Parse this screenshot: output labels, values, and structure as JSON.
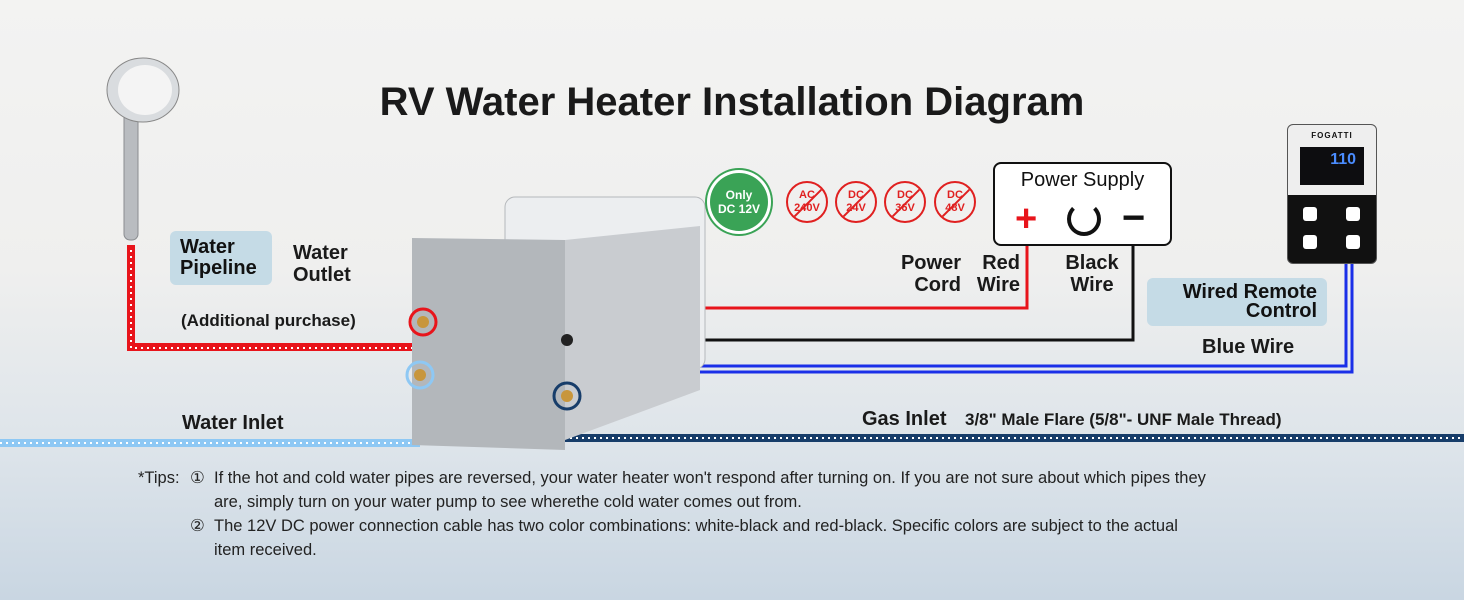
{
  "title": "RV Water Heater Installation Diagram",
  "labels": {
    "water_pipeline": "Water Pipeline",
    "water_outlet": "Water Outlet",
    "additional_purchase": "(Additional purchase)",
    "water_inlet": "Water Inlet",
    "gas_inlet": "Gas Inlet",
    "gas_spec": "3/8\" Male Flare (5/8\"- UNF Male Thread)",
    "power_cord": "Power Cord",
    "red_wire": "Red Wire",
    "black_wire": "Black Wire",
    "wired_remote": "Wired Remote Control",
    "blue_wire": "Blue Wire"
  },
  "power_supply": {
    "title": "Power Supply",
    "plus": "+",
    "minus": "−"
  },
  "badges": {
    "ok_line1": "Only",
    "ok_line2": "DC 12V",
    "no": [
      [
        "AC",
        "240V"
      ],
      [
        "DC",
        "24V"
      ],
      [
        "DC",
        "36V"
      ],
      [
        "DC",
        "48V"
      ]
    ]
  },
  "remote": {
    "brand": "FOGATTI",
    "display": "110"
  },
  "tips": {
    "prefix": "*Tips:",
    "items": [
      {
        "num": "①",
        "line1": "If the hot and cold water pipes are reversed, your water heater won't respond after turning on. If you are not sure about which pipes they",
        "line2": "are, simply turn on your water pump to see wherethe cold water comes out from."
      },
      {
        "num": "②",
        "line1": "The 12V DC power connection cable has two color combinations: white-black and red-black. Specific colors are subject to the actual",
        "line2": "item received."
      }
    ]
  },
  "colors": {
    "hot": "#e8141b",
    "cold": "#8ec8f4",
    "gas": "#173d6a",
    "blue_wire": "#1a2fe8",
    "green": "#3aa356"
  }
}
